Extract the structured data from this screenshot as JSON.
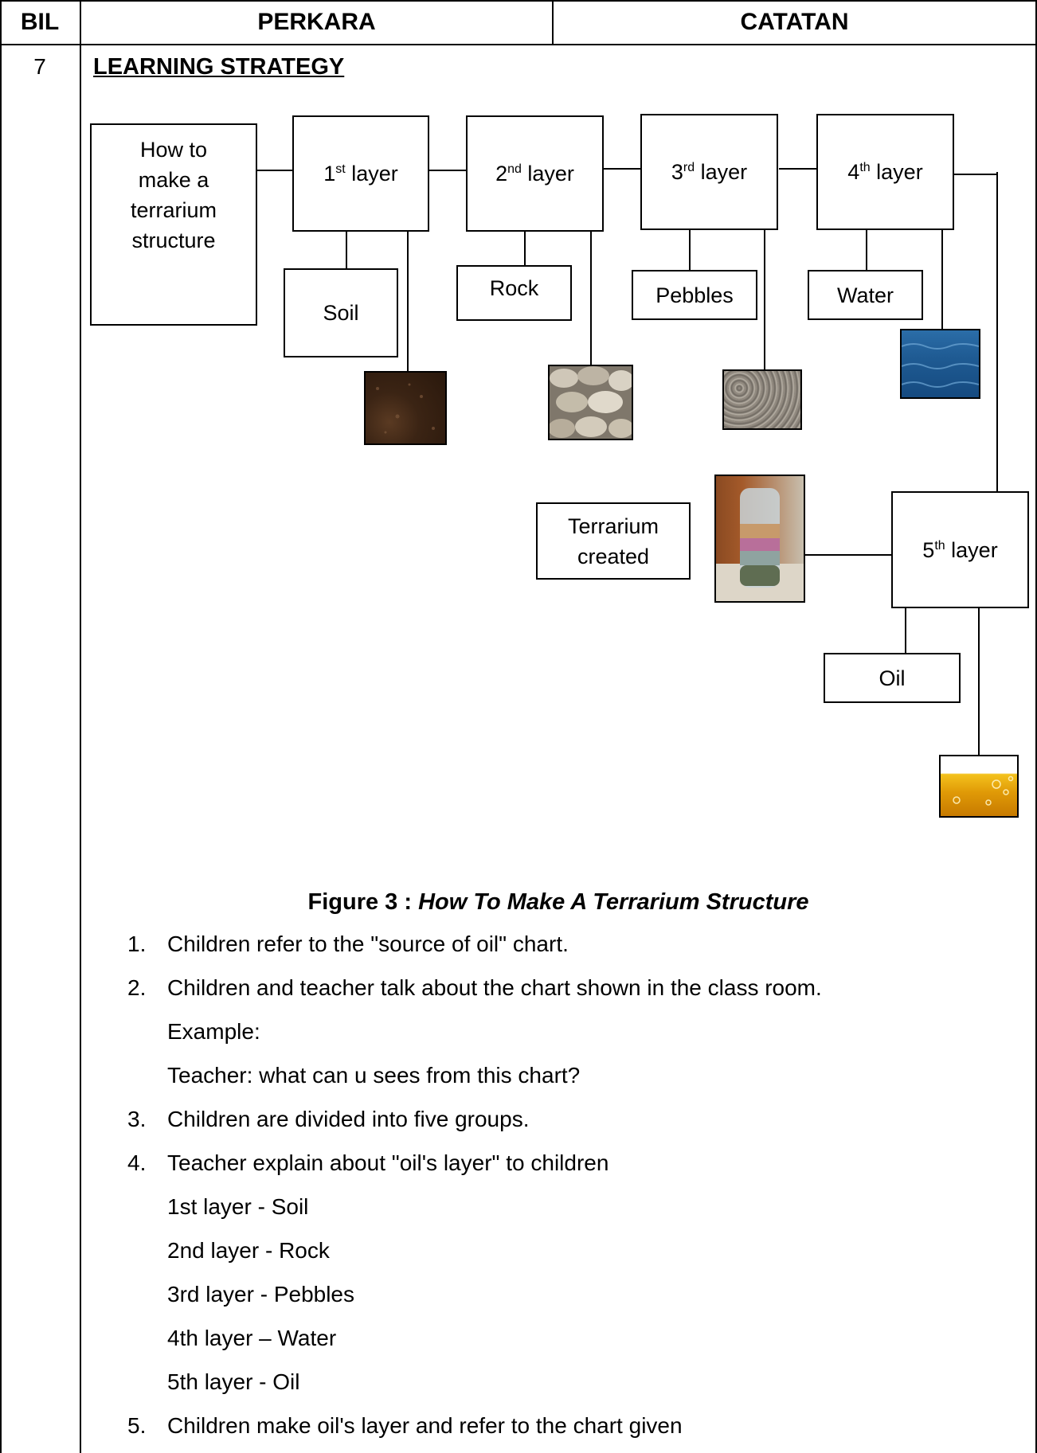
{
  "header": {
    "col1": "BIL",
    "col2": "PERKARA",
    "col3": "CATATAN"
  },
  "row": {
    "number": "7",
    "section_title": "LEARNING STRATEGY"
  },
  "diagram": {
    "root": "How to make a terrarium structure",
    "layers": [
      {
        "ord": "1",
        "sup": "st",
        "suffix": "layer",
        "material": "Soil"
      },
      {
        "ord": "2",
        "sup": "nd",
        "suffix": "layer",
        "material": "Rock"
      },
      {
        "ord": "3",
        "sup": "rd",
        "suffix": "layer",
        "material": "Pebbles"
      },
      {
        "ord": "4",
        "sup": "th",
        "suffix": "layer",
        "material": "Water"
      },
      {
        "ord": "5",
        "sup": "th",
        "suffix": "layer",
        "material": "Oil"
      }
    ],
    "result": "Terrarium created"
  },
  "caption": {
    "label": "Figure 3 :",
    "title": "How To Make A Terrarium Structure"
  },
  "steps": [
    {
      "num": "1.",
      "text": "Children refer to the \"source of oil\" chart."
    },
    {
      "num": "2.",
      "text": "Children and teacher talk about the chart shown in the class room."
    },
    {
      "num": "",
      "text": "Example:"
    },
    {
      "num": "",
      "text": "Teacher: what can u sees from this chart?"
    },
    {
      "num": "3.",
      "text": "Children are divided into five groups."
    },
    {
      "num": "4.",
      "text": "Teacher explain about \"oil's layer\" to children"
    },
    {
      "num": "",
      "text": "1st layer - Soil"
    },
    {
      "num": "",
      "text": "2nd layer - Rock"
    },
    {
      "num": "",
      "text": "3rd layer - Pebbles"
    },
    {
      "num": "",
      "text": "4th layer – Water"
    },
    {
      "num": "",
      "text": "5th layer - Oil"
    },
    {
      "num": "5.",
      "text": "Children make oil's layer and refer to the chart given"
    }
  ]
}
